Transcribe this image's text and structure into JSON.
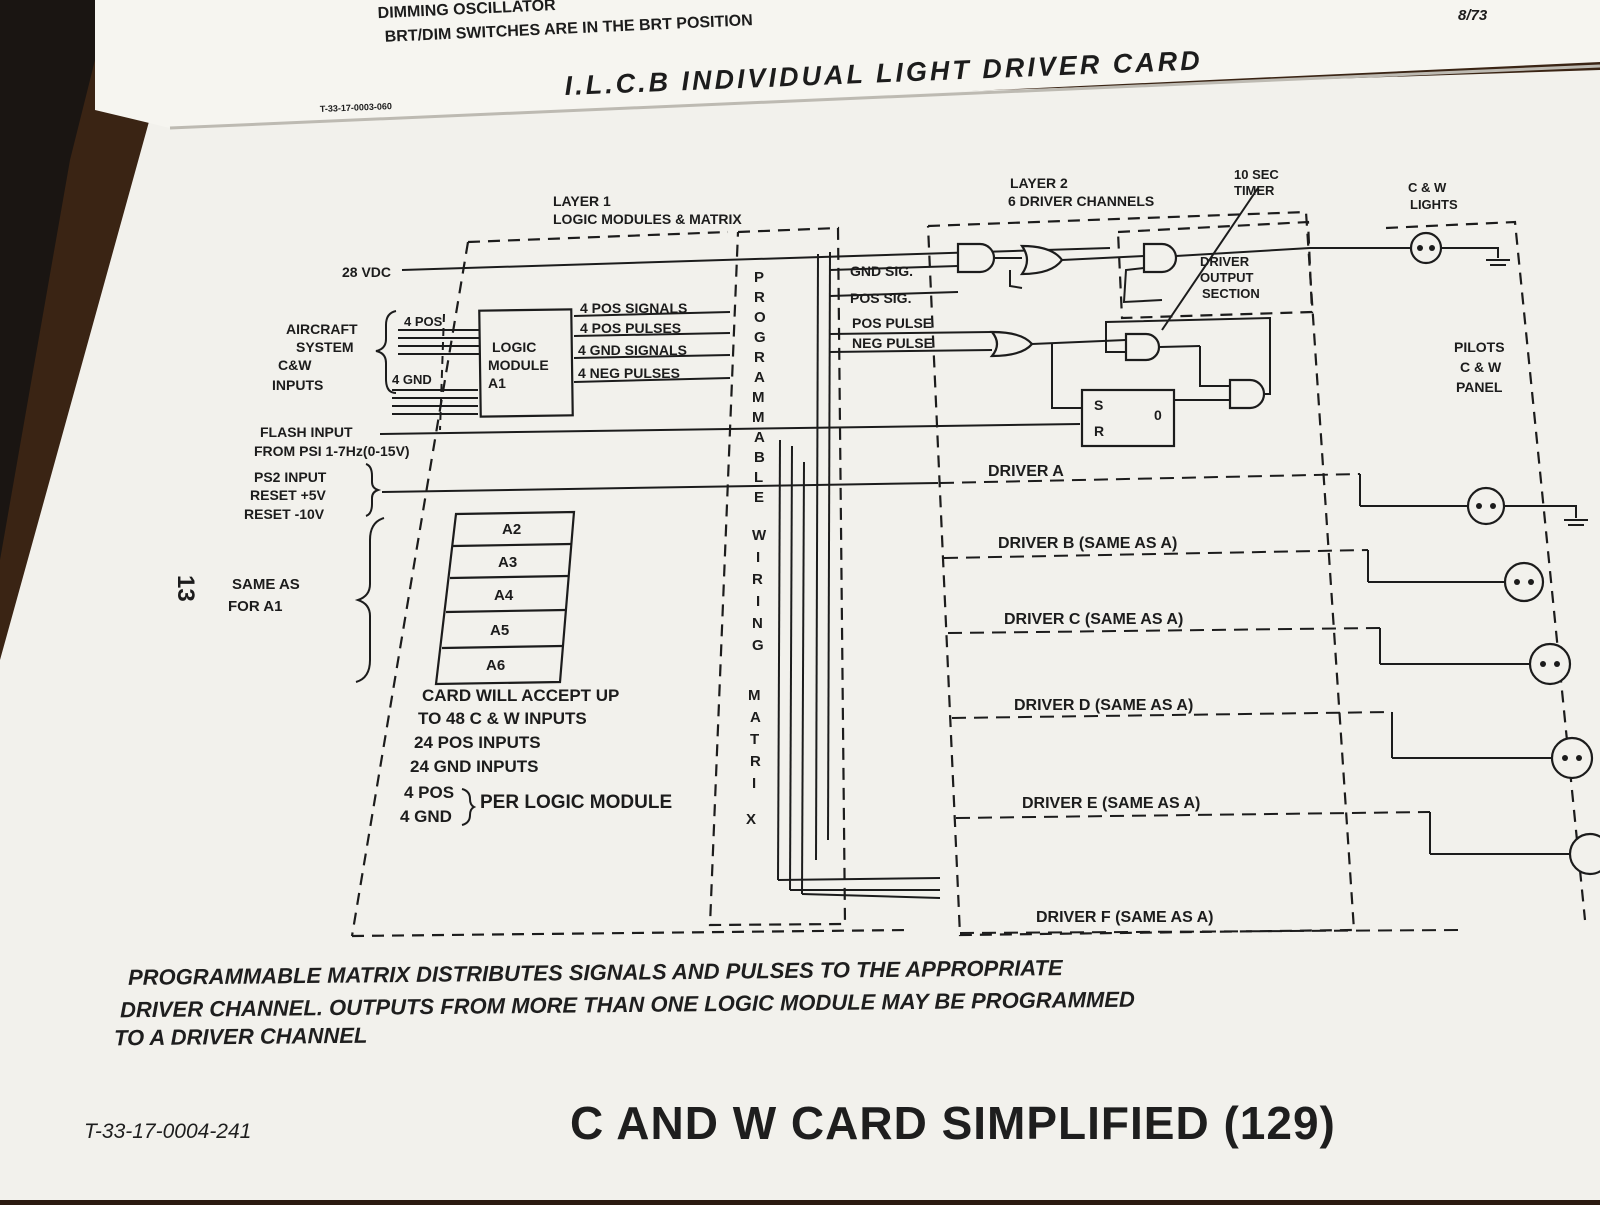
{
  "top_page": {
    "line1": "DIMMING OSCILLATOR",
    "line2": "BRT/DIM SWITCHES ARE IN THE BRT POSITION",
    "date": "8/73",
    "title": "I.L.C.B INDIVIDUAL LIGHT DRIVER CARD",
    "code": "T-33-17-0003-060"
  },
  "page_number": "13",
  "layer1": {
    "line1": "LAYER 1",
    "line2": "LOGIC MODULES & MATRIX"
  },
  "layer2": {
    "line1": "LAYER 2",
    "line2": "6 DRIVER CHANNELS"
  },
  "timer": {
    "line1": "10 SEC",
    "line2": "TIMER"
  },
  "cw_lights": {
    "line1": "C & W",
    "line2": "LIGHTS"
  },
  "pilots_panel": {
    "line1": "PILOTS",
    "line2": "C & W",
    "line3": "PANEL"
  },
  "driver_output": {
    "line1": "DRIVER",
    "line2": "OUTPUT",
    "line3": "SECTION"
  },
  "inputs": {
    "vdc": "28 VDC",
    "aircraft": [
      "AIRCRAFT",
      "SYSTEM",
      "C&W",
      "INPUTS"
    ],
    "pos": "4 POS",
    "gnd": "4 GND",
    "flash1": "FLASH INPUT",
    "flash2": "FROM PSI 1-7Hz(0-15V)",
    "ps2": "PS2 INPUT",
    "reset1": "RESET +5V",
    "reset2": "RESET -10V",
    "same_as": "SAME AS",
    "for_a1": "FOR A1"
  },
  "logic_module": [
    "LOGIC",
    "MODULE",
    "A1"
  ],
  "module_outputs": [
    "4 POS SIGNALS",
    "4 POS PULSES",
    "4 GND SIGNALS",
    "4 NEG PULSES"
  ],
  "matrix_top": [
    "P",
    "R",
    "O",
    "G",
    "R",
    "A",
    "M",
    "M",
    "A",
    "B",
    "L",
    "E"
  ],
  "matrix_mid": [
    "W",
    "I",
    "R",
    "I",
    "N",
    "G"
  ],
  "matrix_bot": [
    "M",
    "A",
    "T",
    "R",
    "I",
    "X"
  ],
  "channel_signals": [
    "GND SIG.",
    "POS SIG.",
    "POS PULSE",
    "NEG PULSE"
  ],
  "flipflop": {
    "s": "S",
    "r": "R",
    "q": "0"
  },
  "modules": [
    "A2",
    "A3",
    "A4",
    "A5",
    "A6"
  ],
  "card_note": {
    "line1": "CARD WILL ACCEPT UP",
    "line2": "TO 48 C & W INPUTS",
    "line3": "24 POS INPUTS",
    "line4": "24 GND INPUTS",
    "line5": "4 POS",
    "line6": "4 GND",
    "line7": "PER LOGIC MODULE"
  },
  "drivers": [
    "DRIVER A",
    "DRIVER B (SAME AS A)",
    "DRIVER C (SAME AS A)",
    "DRIVER D (SAME AS A)",
    "DRIVER E (SAME AS A)",
    "DRIVER F (SAME AS A)"
  ],
  "caption": {
    "line1": "PROGRAMMABLE MATRIX DISTRIBUTES SIGNALS AND PULSES TO THE APPROPRIATE",
    "line2": "DRIVER CHANNEL. OUTPUTS FROM MORE THAN ONE LOGIC MODULE MAY BE PROGRAMMED",
    "line3": "TO A DRIVER CHANNEL"
  },
  "doc_code": "T-33-17-0004-241",
  "doc_title": "C AND W CARD SIMPLIFIED (129)"
}
